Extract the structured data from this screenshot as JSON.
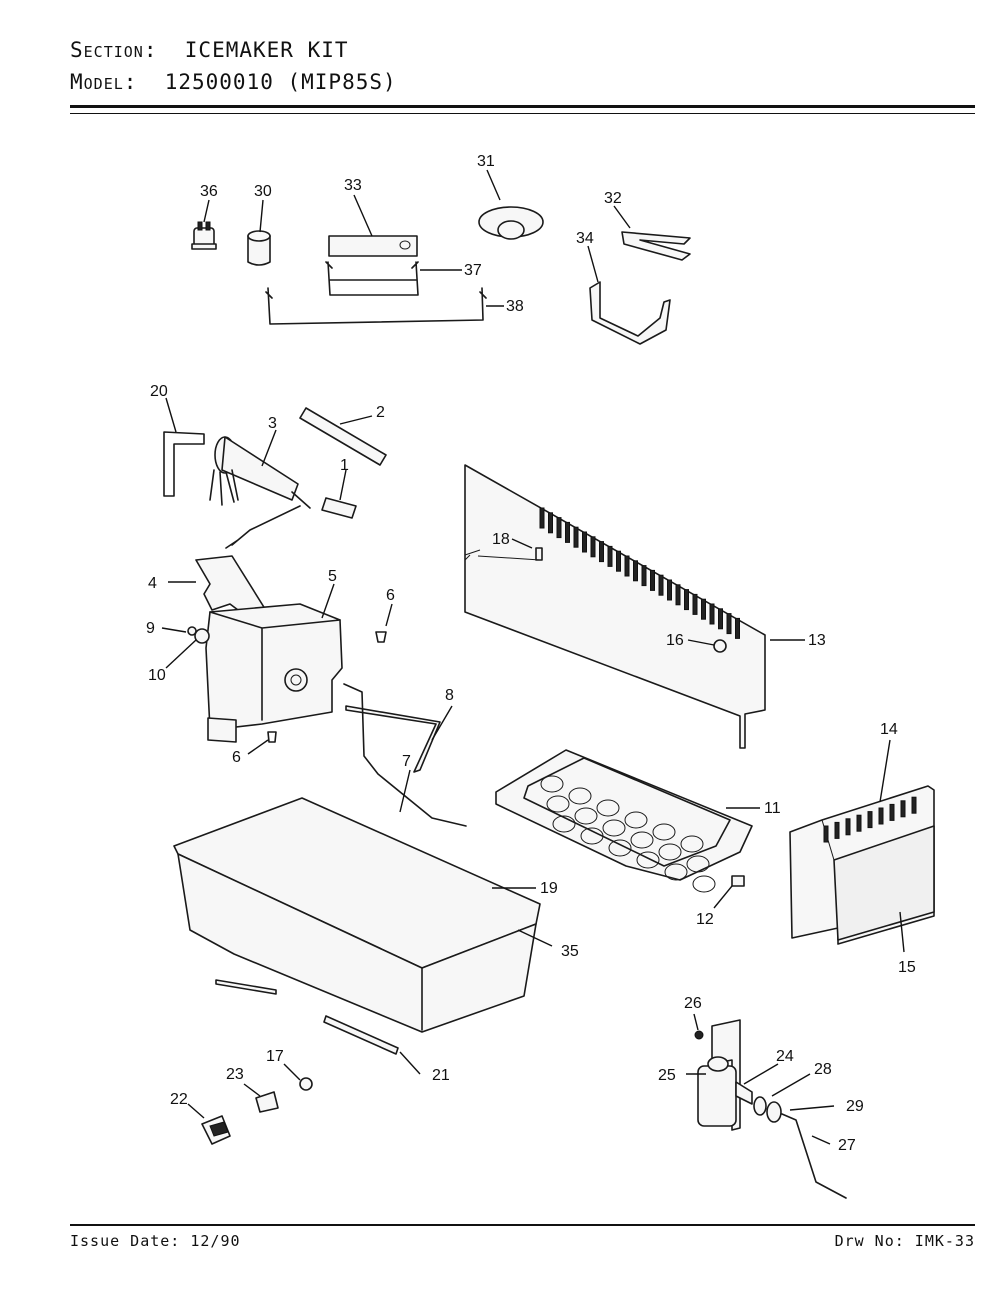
{
  "header": {
    "section_label": "Section:",
    "section_value": "ICEMAKER KIT",
    "model_label": "Model:",
    "model_value": "12500010 (MIP85S)"
  },
  "footer": {
    "issue_date": "Issue Date: 12/90",
    "drawing_no": "Drw No: IMK-33"
  },
  "callouts": [
    "36",
    "30",
    "33",
    "31",
    "32",
    "34",
    "37",
    "38",
    "20",
    "2",
    "3",
    "1",
    "18",
    "13",
    "16",
    "4",
    "5",
    "6",
    "9",
    "10",
    "8",
    "6",
    "7",
    "11",
    "14",
    "12",
    "19",
    "35",
    "15",
    "26",
    "24",
    "25",
    "28",
    "29",
    "27",
    "17",
    "23",
    "22",
    "21"
  ]
}
